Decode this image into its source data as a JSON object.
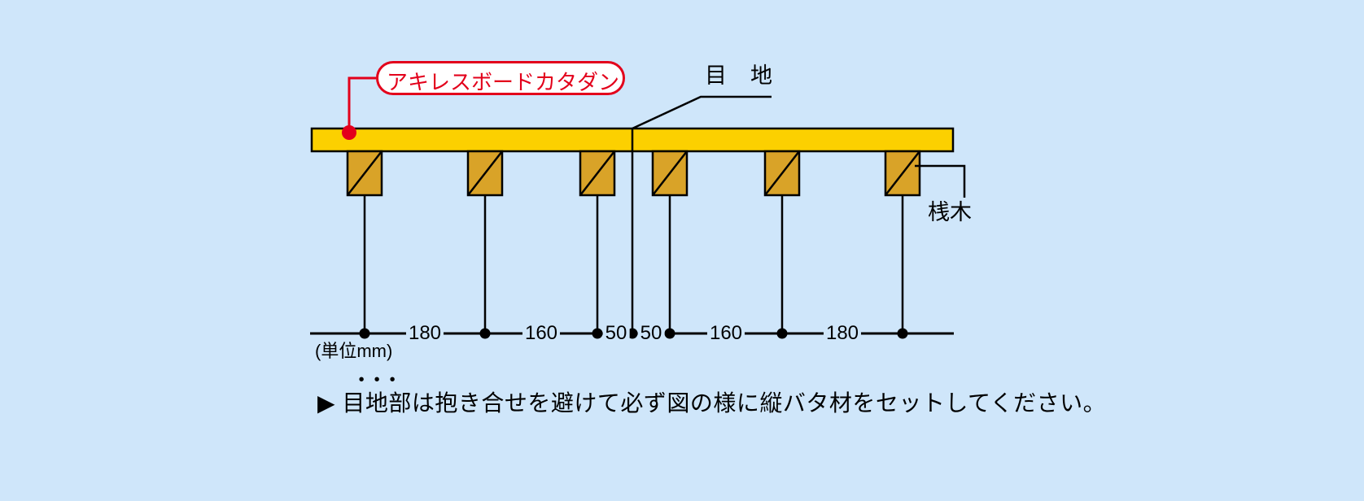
{
  "figure": {
    "type": "construction-detail-diagram",
    "background_color": "#cfe6fa",
    "board": {
      "fill_color": "#fcd000",
      "stroke_color": "#000000",
      "callout": {
        "label": "アキレスボードカタダン",
        "color": "#e3001b"
      }
    },
    "joint": {
      "label": "目　地"
    },
    "batten": {
      "label": "桟木",
      "fill_color": "#d9a328",
      "count": 6
    },
    "dimensions": {
      "unit_note": "(単位mm)",
      "values": [
        "180",
        "160",
        "50",
        "50",
        "160",
        "180"
      ]
    },
    "caption": {
      "marker": "▶",
      "emphasis": "目地部",
      "rest": "は抱き合せを避けて必ず図の様に縦バタ材をセットしてください。"
    }
  }
}
